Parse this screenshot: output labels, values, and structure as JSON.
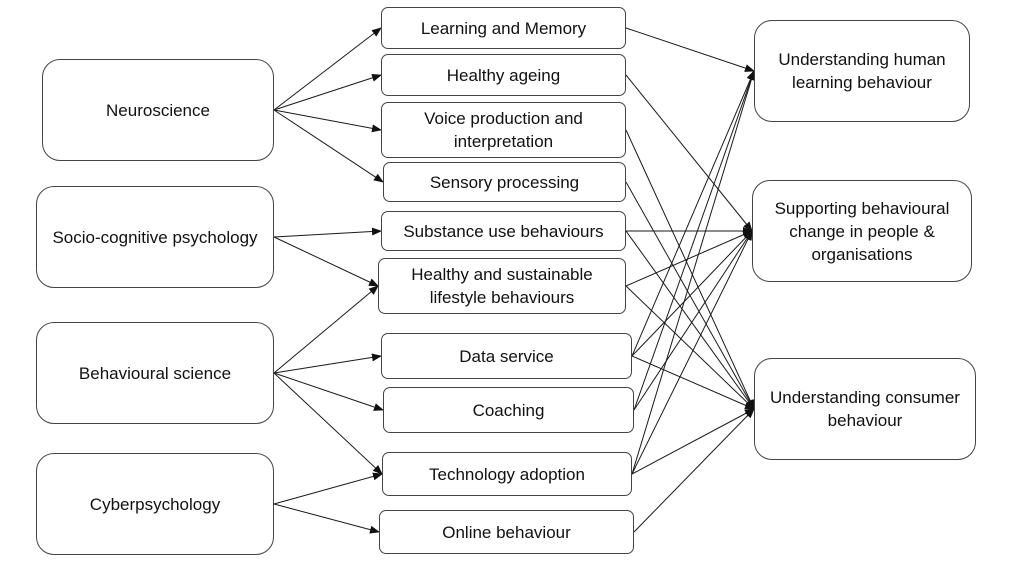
{
  "sources": [
    {
      "id": "neuroscience",
      "label": "Neuroscience"
    },
    {
      "id": "socio-cognitive-psychology",
      "label": "Socio-cognitive psychology"
    },
    {
      "id": "behavioural-science",
      "label": "Behavioural science"
    },
    {
      "id": "cyberpsychology",
      "label": "Cyberpsychology"
    }
  ],
  "topics": [
    {
      "id": "learning-and-memory",
      "label": "Learning and Memory"
    },
    {
      "id": "healthy-ageing",
      "label": "Healthy ageing"
    },
    {
      "id": "voice-production",
      "label": "Voice production and interpretation"
    },
    {
      "id": "sensory-processing",
      "label": "Sensory processing"
    },
    {
      "id": "substance-use",
      "label": "Substance use behaviours"
    },
    {
      "id": "healthy-sustainable-lifestyle",
      "label": "Healthy and sustainable lifestyle behaviours"
    },
    {
      "id": "data-service",
      "label": "Data service"
    },
    {
      "id": "coaching",
      "label": "Coaching"
    },
    {
      "id": "technology-adoption",
      "label": "Technology adoption"
    },
    {
      "id": "online-behaviour",
      "label": "Online behaviour"
    }
  ],
  "outcomes": [
    {
      "id": "human-learning",
      "label": "Understanding human learning behaviour"
    },
    {
      "id": "behavioural-change",
      "label": "Supporting behavioural change in people & organisations"
    },
    {
      "id": "consumer-behaviour",
      "label": "Understanding consumer behaviour"
    }
  ],
  "links_source_to_topic": [
    [
      "neuroscience",
      "learning-and-memory"
    ],
    [
      "neuroscience",
      "healthy-ageing"
    ],
    [
      "neuroscience",
      "voice-production"
    ],
    [
      "neuroscience",
      "sensory-processing"
    ],
    [
      "socio-cognitive-psychology",
      "substance-use"
    ],
    [
      "socio-cognitive-psychology",
      "healthy-sustainable-lifestyle"
    ],
    [
      "behavioural-science",
      "healthy-sustainable-lifestyle"
    ],
    [
      "behavioural-science",
      "data-service"
    ],
    [
      "behavioural-science",
      "coaching"
    ],
    [
      "behavioural-science",
      "technology-adoption"
    ],
    [
      "cyberpsychology",
      "technology-adoption"
    ],
    [
      "cyberpsychology",
      "online-behaviour"
    ]
  ],
  "links_topic_to_outcome": [
    [
      "learning-and-memory",
      "human-learning"
    ],
    [
      "healthy-ageing",
      "behavioural-change"
    ],
    [
      "voice-production",
      "consumer-behaviour"
    ],
    [
      "sensory-processing",
      "consumer-behaviour"
    ],
    [
      "substance-use",
      "behavioural-change"
    ],
    [
      "substance-use",
      "consumer-behaviour"
    ],
    [
      "healthy-sustainable-lifestyle",
      "behavioural-change"
    ],
    [
      "healthy-sustainable-lifestyle",
      "consumer-behaviour"
    ],
    [
      "data-service",
      "human-learning"
    ],
    [
      "data-service",
      "behavioural-change"
    ],
    [
      "data-service",
      "consumer-behaviour"
    ],
    [
      "coaching",
      "human-learning"
    ],
    [
      "coaching",
      "behavioural-change"
    ],
    [
      "technology-adoption",
      "human-learning"
    ],
    [
      "technology-adoption",
      "behavioural-change"
    ],
    [
      "technology-adoption",
      "consumer-behaviour"
    ],
    [
      "online-behaviour",
      "consumer-behaviour"
    ]
  ]
}
